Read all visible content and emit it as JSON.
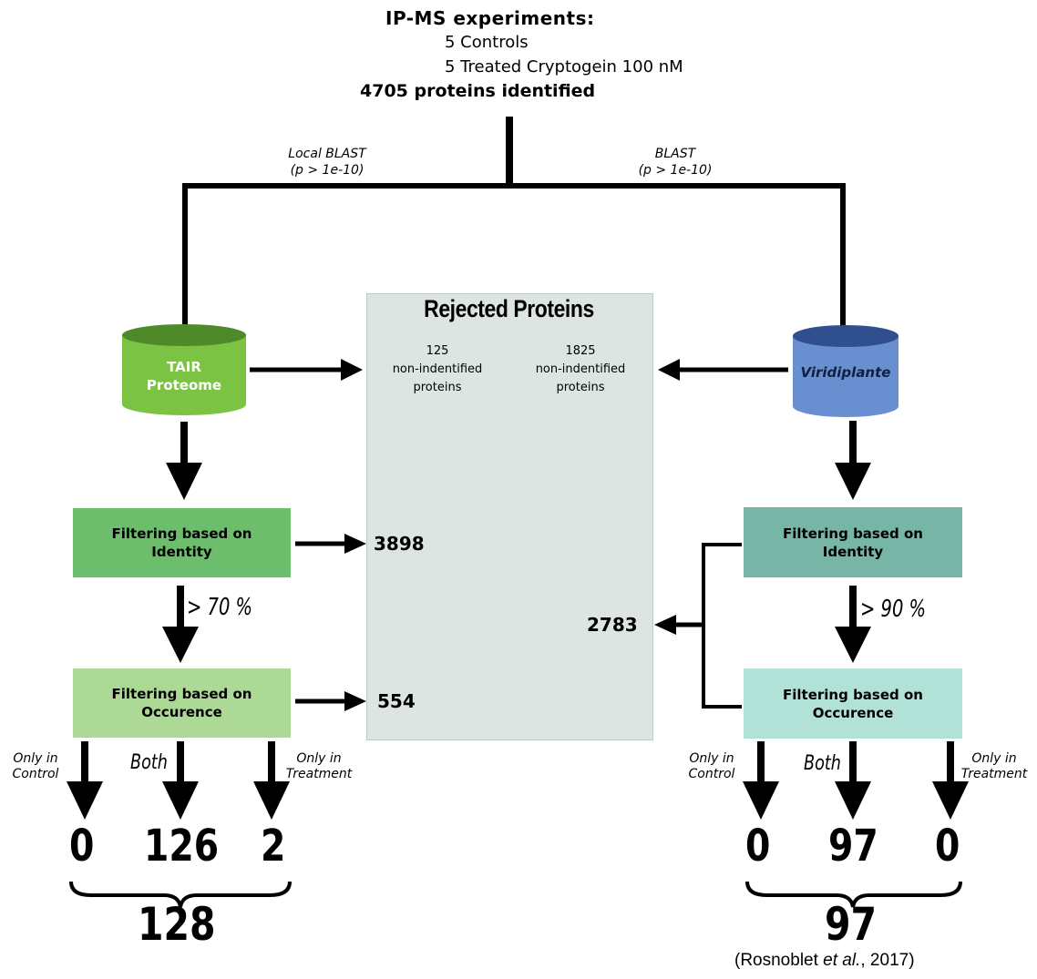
{
  "header": {
    "title": "IP-MS experiments:",
    "line1": "5 Controls",
    "line2": "5 Treated Cryptogein 100 nM",
    "total": "4705 proteins identified"
  },
  "branches": {
    "left": {
      "method": "Local BLAST",
      "pvalue": "(p > 1e-10)"
    },
    "right": {
      "method": "BLAST",
      "pvalue": "(p > 1e-10)"
    }
  },
  "databases": {
    "left": {
      "line1": "TAIR",
      "line2": "Proteome",
      "color": "#7cc243"
    },
    "right": {
      "label": "Viridiplante",
      "color": "#6a8fd0"
    }
  },
  "rejected": {
    "title": "Rejected Proteins",
    "left": {
      "count": "125",
      "line1": "non-indentified",
      "line2": "proteins"
    },
    "right": {
      "count": "1825",
      "line1": "non-indentified",
      "line2": "proteins"
    },
    "identity_left": "3898",
    "occurrence_left": "554",
    "right_filters": "2783"
  },
  "filters": {
    "identity": {
      "line1": "Filtering based on",
      "line2": "Identity"
    },
    "occurrence": {
      "line1": "Filtering based on",
      "line2": "Occurence"
    },
    "left_threshold": "> 70 %",
    "right_threshold": "> 90 %"
  },
  "categories": {
    "only_control": {
      "line1": "Only in",
      "line2": "Control"
    },
    "both": "Both",
    "only_treatment": {
      "line1": "Only in",
      "line2": "Treatment"
    }
  },
  "results": {
    "left": {
      "control": "0",
      "both": "126",
      "treatment": "2",
      "total": "128"
    },
    "right": {
      "control": "0",
      "both": "97",
      "treatment": "0",
      "total": "97"
    }
  },
  "citation": {
    "author": "(Rosnoblet ",
    "etal": "et al.",
    "year": ", 2017)"
  }
}
